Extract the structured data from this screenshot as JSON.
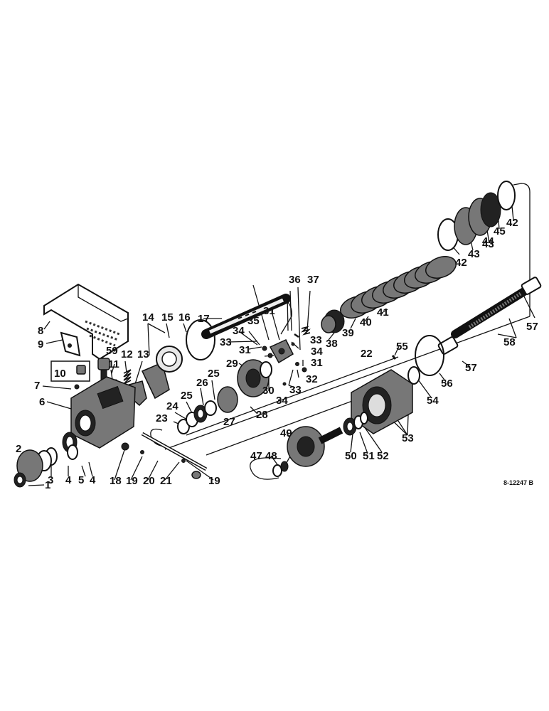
{
  "diagram": {
    "reference_code": "8-12247 B",
    "callouts": [
      "1",
      "2",
      "3",
      "4",
      "4",
      "5",
      "6",
      "7",
      "8",
      "9",
      "10",
      "11",
      "12",
      "13",
      "14",
      "15",
      "16",
      "17",
      "18",
      "19",
      "19",
      "20",
      "21",
      "22",
      "23",
      "24",
      "25",
      "25",
      "26",
      "27",
      "28",
      "29",
      "30",
      "31",
      "31",
      "31",
      "32",
      "33",
      "33",
      "33",
      "34",
      "34",
      "34",
      "35",
      "36",
      "37",
      "38",
      "39",
      "40",
      "41",
      "42",
      "42",
      "43",
      "43",
      "44",
      "45",
      "47",
      "48",
      "49",
      "50",
      "51",
      "52",
      "53",
      "54",
      "55",
      "56",
      "57",
      "57",
      "58",
      "59"
    ]
  }
}
